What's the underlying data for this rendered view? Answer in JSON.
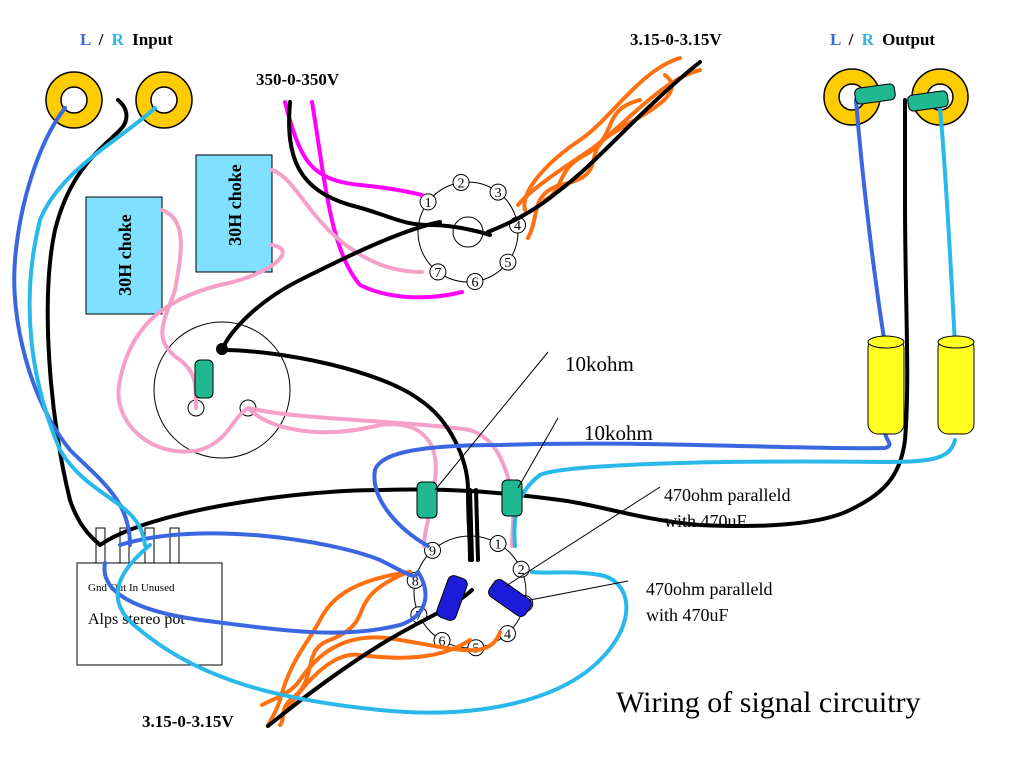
{
  "colors": {
    "left_channel": "#3a66e0",
    "right_channel": "#28b8ea",
    "ground": "#000000",
    "b_plus": "#ff00ff",
    "heater": "#ff7010",
    "choke_wire": "#f5a0c8",
    "choke_fill": "#80e0ff",
    "jack_fill": "#ffcc00",
    "cap_yellow": "#ffff20",
    "resistor_green": "#20b890",
    "cap_blue": "#1c1cd8"
  },
  "labels": {
    "input_l": "L",
    "input_sep": "/",
    "input_r": "R",
    "input_word": "Input",
    "output_l": "L",
    "output_sep": "/",
    "output_r": "R",
    "output_word": "Output",
    "b_plus_supply": "350-0-350V",
    "heater_top": "3.15-0-3.15V",
    "heater_bottom": "3.15-0-3.15V",
    "choke_left": "30H choke",
    "choke_right": "30H choke",
    "res_1": "10kohm",
    "res_2": "10kohm",
    "cathode_1_a": "470ohm paralleld",
    "cathode_1_b": "with 470uF",
    "cathode_2_a": "470ohm paralleld",
    "cathode_2_b": "with 470uF",
    "pot_pins": "Gnd Out In Unused",
    "pot_name": "Alps stereo pot",
    "title": "Wiring of signal circuitry"
  },
  "rectifier_pins": [
    "1",
    "2",
    "3",
    "4",
    "5",
    "6",
    "7"
  ],
  "signal_pins": [
    "1",
    "2",
    "3",
    "4",
    "5",
    "6",
    "7",
    "8",
    "9"
  ]
}
